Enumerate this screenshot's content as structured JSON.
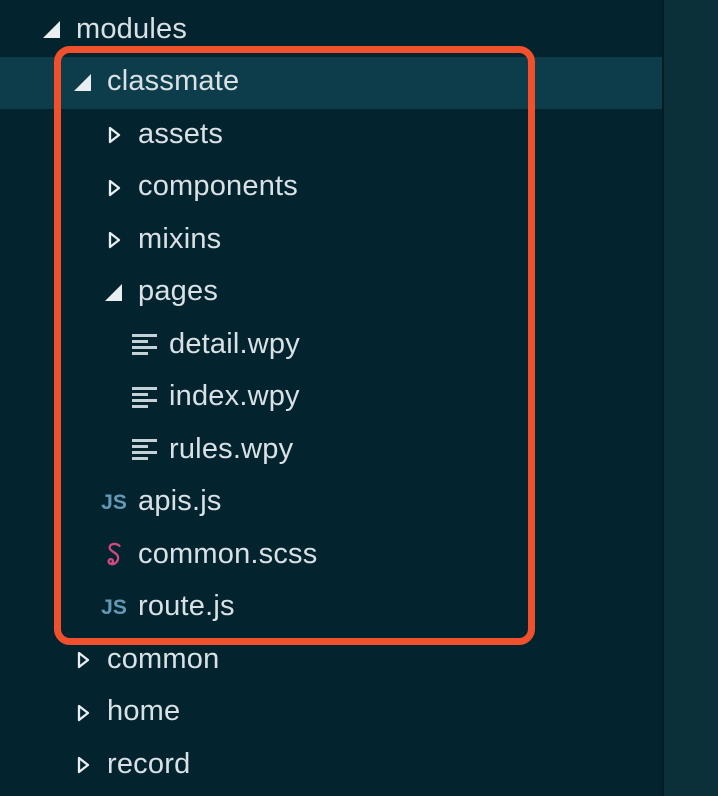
{
  "app": {
    "name": "code-editor-file-explorer"
  },
  "colors": {
    "sidebar_background": "#03242F",
    "editor_background": "#0B3039",
    "selected_row_background": "#0D3D4A",
    "annotation_orange": "#F0502B",
    "text": "#D9E1E4",
    "arrow": "#E9EEF0",
    "js_icon": "#6499B5",
    "sass_icon": "#D1497F",
    "wpy_icon": "#C4D1D6"
  },
  "icons": {
    "js_label": "JS"
  },
  "tree": {
    "items": [
      {
        "label": "modules",
        "level": 0,
        "kind": "folder",
        "state": "expanded",
        "highlighted": false
      },
      {
        "label": "classmate",
        "level": 1,
        "kind": "folder",
        "state": "expanded",
        "highlighted": true
      },
      {
        "label": "assets",
        "level": 2,
        "kind": "folder",
        "state": "collapsed",
        "highlighted": false
      },
      {
        "label": "components",
        "level": 2,
        "kind": "folder",
        "state": "collapsed",
        "highlighted": false
      },
      {
        "label": "mixins",
        "level": 2,
        "kind": "folder",
        "state": "collapsed",
        "highlighted": false
      },
      {
        "label": "pages",
        "level": 2,
        "kind": "folder",
        "state": "expanded",
        "highlighted": false
      },
      {
        "label": "detail.wpy",
        "level": 3,
        "kind": "file",
        "icon": "wpy",
        "highlighted": false
      },
      {
        "label": "index.wpy",
        "level": 3,
        "kind": "file",
        "icon": "wpy",
        "highlighted": false
      },
      {
        "label": "rules.wpy",
        "level": 3,
        "kind": "file",
        "icon": "wpy",
        "highlighted": false
      },
      {
        "label": "apis.js",
        "level": 2,
        "kind": "file",
        "icon": "js",
        "highlighted": false
      },
      {
        "label": "common.scss",
        "level": 2,
        "kind": "file",
        "icon": "sass",
        "highlighted": false
      },
      {
        "label": "route.js",
        "level": 2,
        "kind": "file",
        "icon": "js",
        "highlighted": false
      },
      {
        "label": "common",
        "level": 1,
        "kind": "folder",
        "state": "collapsed",
        "highlighted": false
      },
      {
        "label": "home",
        "level": 1,
        "kind": "folder",
        "state": "collapsed",
        "highlighted": false
      },
      {
        "label": "record",
        "level": 1,
        "kind": "folder",
        "state": "collapsed",
        "highlighted": false
      }
    ]
  },
  "annotation": {
    "shape": "rounded-rectangle",
    "color": "#F0502B",
    "target": "classmate folder subtree"
  }
}
